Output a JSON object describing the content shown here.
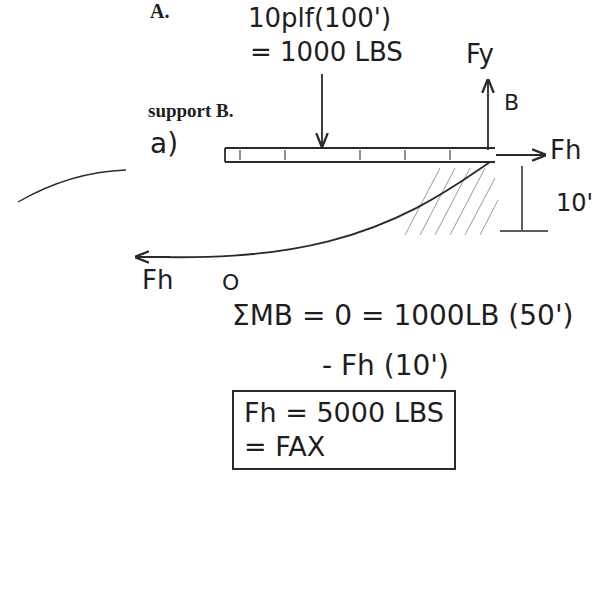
{
  "diagram": {
    "nodes": [
      {
        "text": [
          "Fh = 5000 LBS",
          "= FAX"
        ]
      }
    ],
    "labels": [
      "A.",
      "10plf(100')",
      "= 1000 LBS",
      "Fy",
      "support B.",
      "B",
      "a)",
      "Fh",
      "10'",
      "Fh",
      "O",
      "ΣMB = 0 = 1000LB (50')",
      "- Fh (10')"
    ]
  }
}
